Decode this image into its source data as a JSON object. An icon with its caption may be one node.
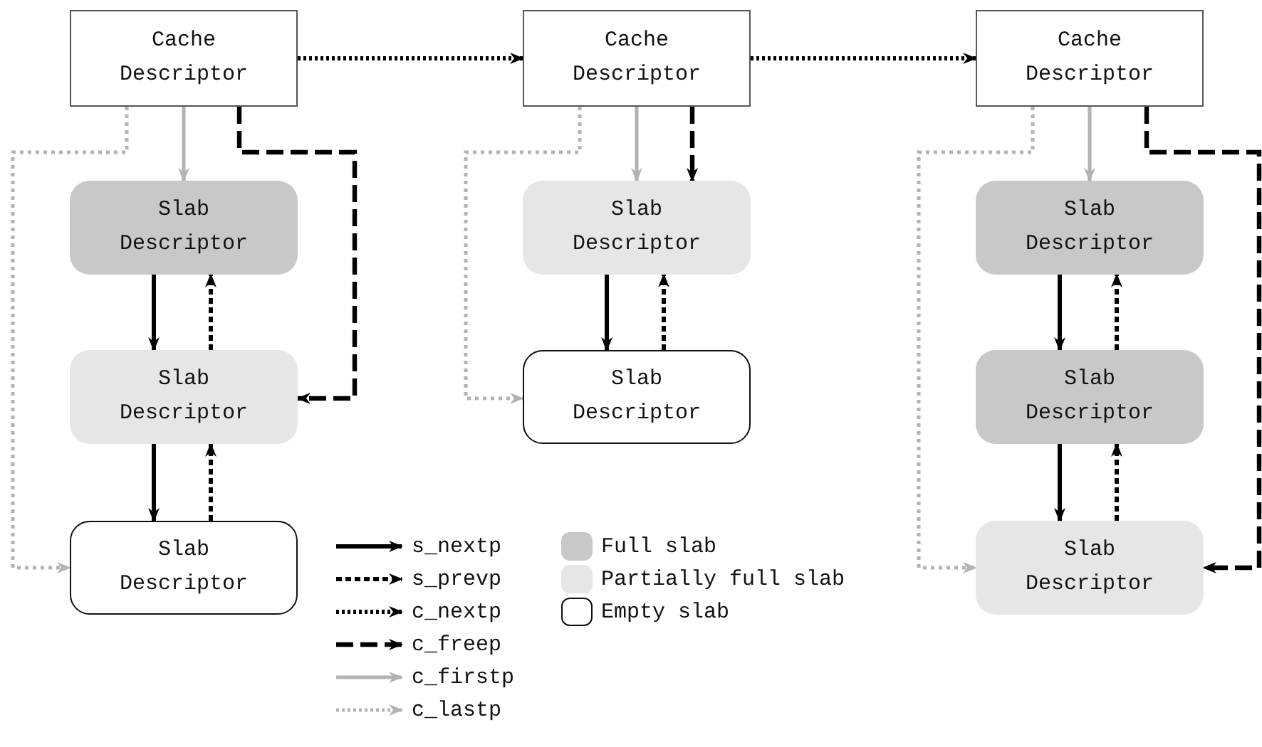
{
  "diagram": {
    "nodes": [
      {
        "text": [
          "Cache Descriptor"
        ]
      },
      {
        "text": [
          "Cache Descriptor"
        ]
      },
      {
        "text": [
          "Cache Descriptor"
        ]
      },
      {
        "text": [
          "Slab Descriptor"
        ]
      },
      {
        "text": [
          "Slab Descriptor"
        ]
      },
      {
        "text": [
          "Slab Descriptor"
        ]
      },
      {
        "text": [
          "Slab Descriptor"
        ]
      },
      {
        "text": [
          "Slab Descriptor"
        ]
      },
      {
        "text": [
          "Slab Descriptor"
        ]
      },
      {
        "text": [
          "Slab Descriptor"
        ]
      },
      {
        "text": [
          "Slab Descriptor"
        ]
      }
    ],
    "edges": [
      {
        "from": 0,
        "to": 1,
        "arrow": "to",
        "style": "dashed"
      },
      {
        "from": 1,
        "to": 2,
        "arrow": "to",
        "style": "dashed"
      },
      {
        "from": 0,
        "to": 3,
        "arrow": "to",
        "color": "#b3b3b3"
      },
      {
        "from": 0,
        "to": 6,
        "arrow": "to",
        "style": "dashed"
      },
      {
        "from": 0,
        "to": 9,
        "arrow": "to",
        "style": "dashed",
        "color": "#b3b3b3"
      },
      {
        "from": 3,
        "to": 6,
        "arrow": "to"
      },
      {
        "from": 6,
        "to": 3,
        "arrow": "to",
        "style": "dashed"
      },
      {
        "from": 6,
        "to": 9,
        "arrow": "to"
      },
      {
        "from": 9,
        "to": 6,
        "arrow": "to",
        "style": "dashed"
      },
      {
        "from": 1,
        "to": 4,
        "arrow": "to",
        "color": "#b3b3b3"
      },
      {
        "from": 1,
        "to": 4,
        "arrow": "to",
        "style": "dashed"
      },
      {
        "from": 1,
        "to": 7,
        "arrow": "to",
        "style": "dashed",
        "color": "#b3b3b3"
      },
      {
        "from": 4,
        "to": 7,
        "arrow": "to"
      },
      {
        "from": 7,
        "to": 4,
        "arrow": "to",
        "style": "dashed"
      },
      {
        "from": 2,
        "to": 5,
        "arrow": "to",
        "color": "#b3b3b3"
      },
      {
        "from": 2,
        "to": 10,
        "arrow": "to",
        "style": "dashed"
      },
      {
        "from": 2,
        "to": 10,
        "arrow": "to",
        "style": "dashed",
        "color": "#b3b3b3"
      },
      {
        "from": 5,
        "to": 8,
        "arrow": "to"
      },
      {
        "from": 8,
        "to": 5,
        "arrow": "to",
        "style": "dashed"
      },
      {
        "from": 8,
        "to": 10,
        "arrow": "to"
      },
      {
        "from": 10,
        "to": 8,
        "arrow": "to",
        "style": "dashed"
      }
    ],
    "legend": [
      {
        "text": "s_nextp"
      },
      {
        "text": "s_prevp"
      },
      {
        "text": "c_nextp"
      },
      {
        "text": "c_freep"
      },
      {
        "text": "c_firstp"
      },
      {
        "text": "c_lastp"
      },
      {
        "text": "Full slab",
        "color": "#c8c8c8"
      },
      {
        "text": "Partially full slab",
        "color": "#e6e6e6"
      },
      {
        "text": "Empty slab"
      }
    ]
  }
}
